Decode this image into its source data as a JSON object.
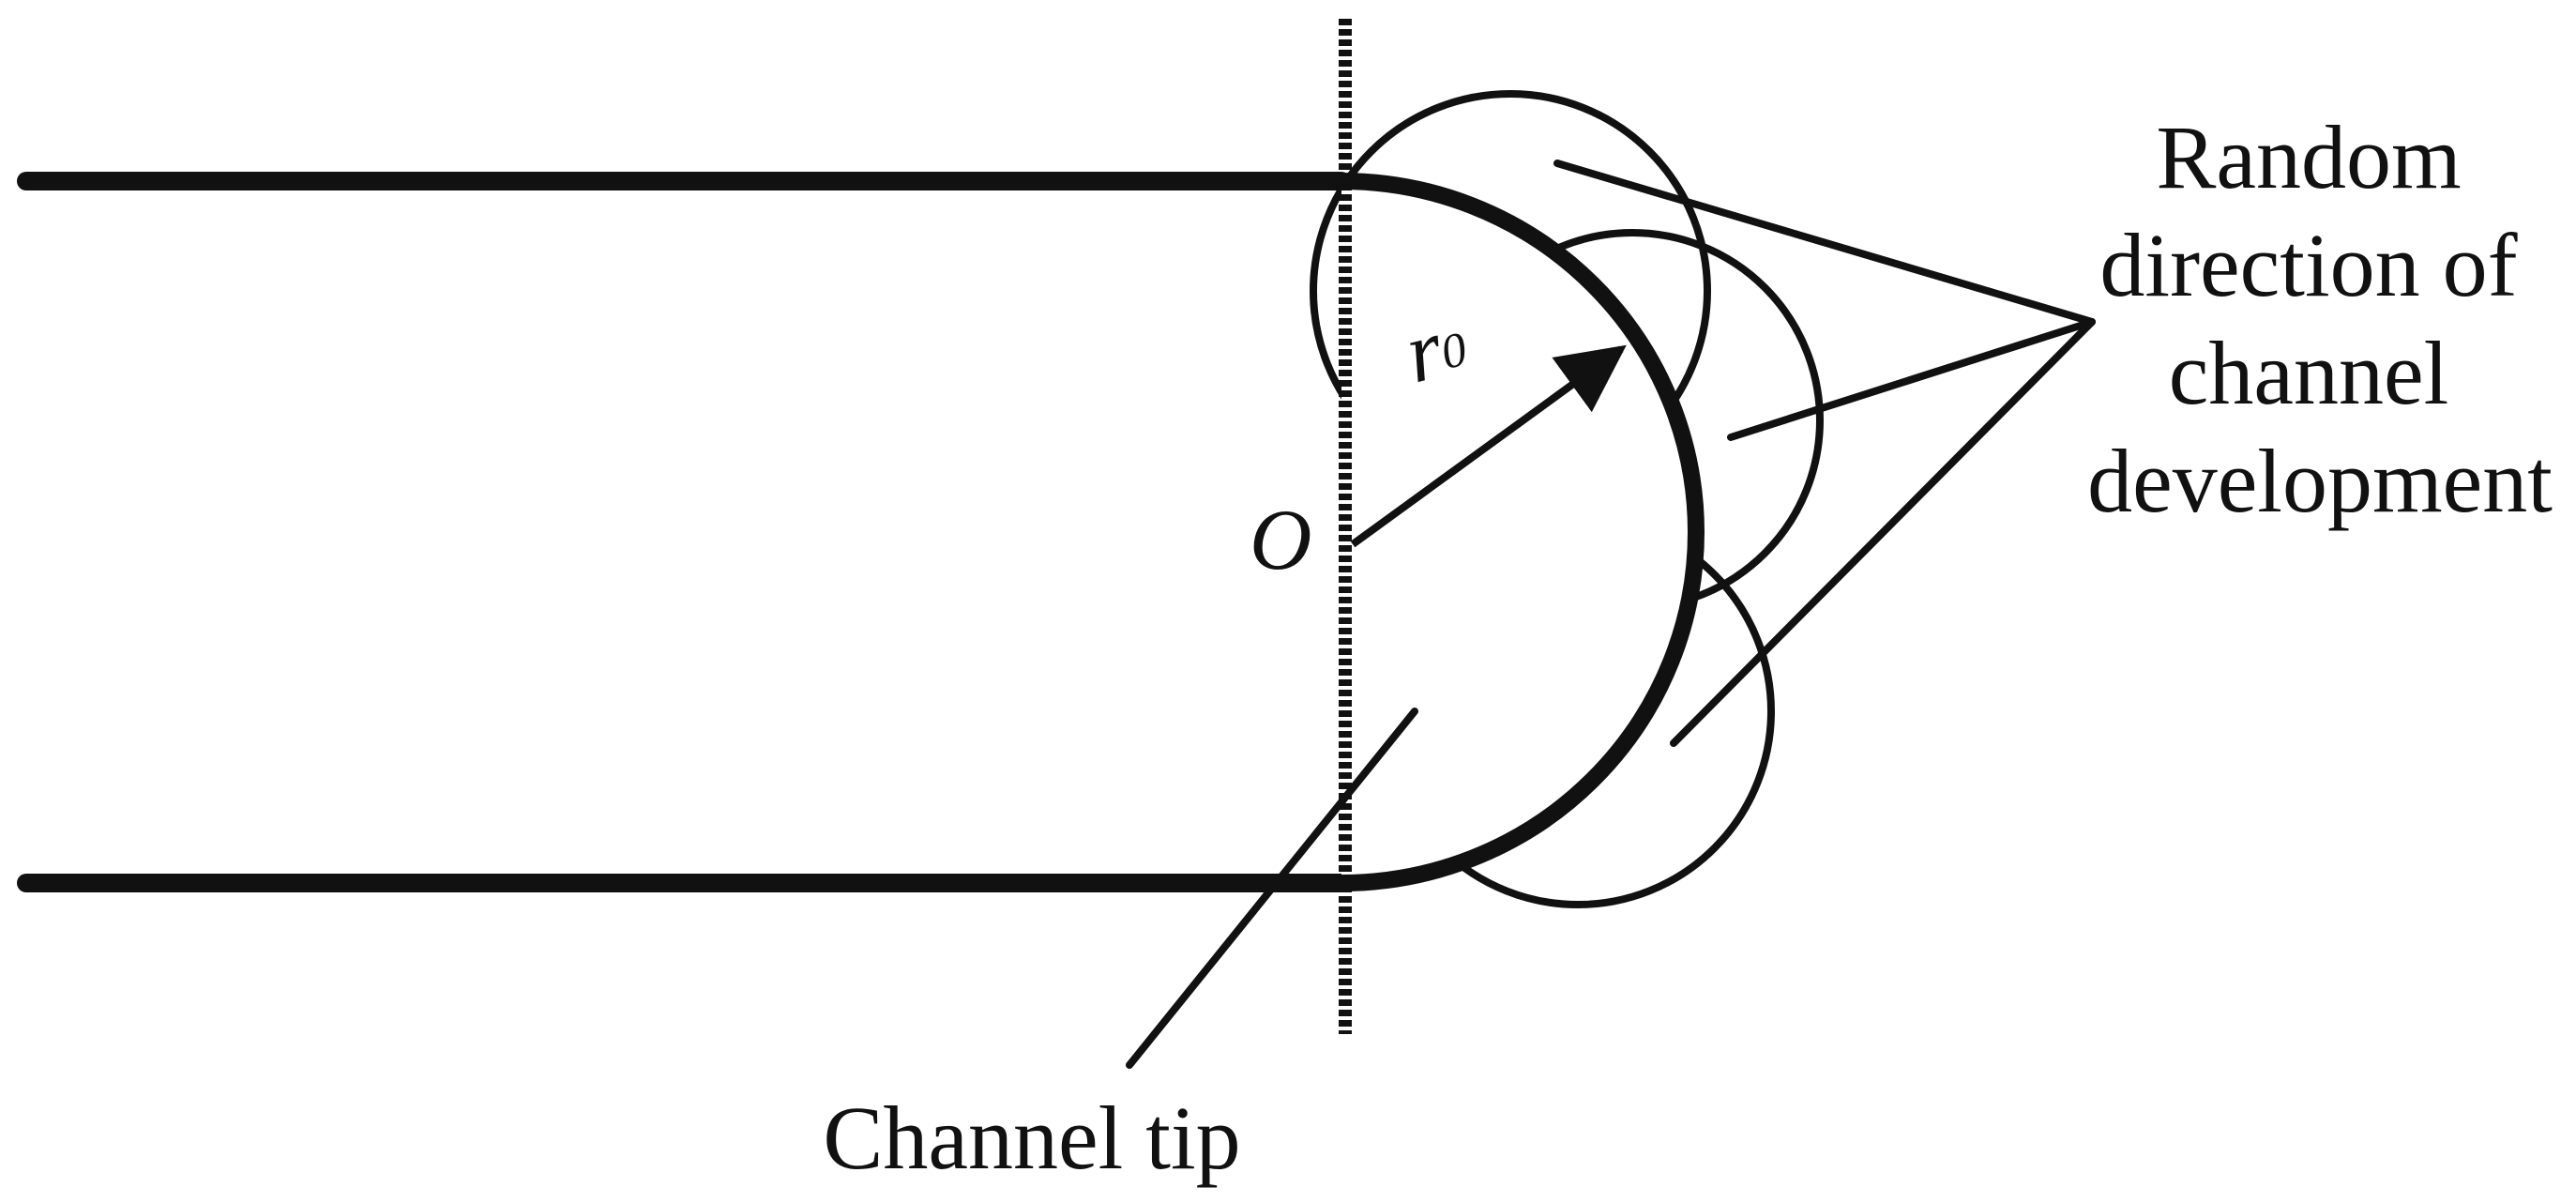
{
  "diagram": {
    "labels": {
      "radius_symbol": "r",
      "radius_subscript": "0",
      "origin": "O",
      "channel_tip": "Channel tip",
      "random_direction": [
        "Random",
        "direction of",
        "channel",
        "development"
      ]
    },
    "colors": {
      "stroke": "#111111",
      "background": "#ffffff"
    }
  }
}
